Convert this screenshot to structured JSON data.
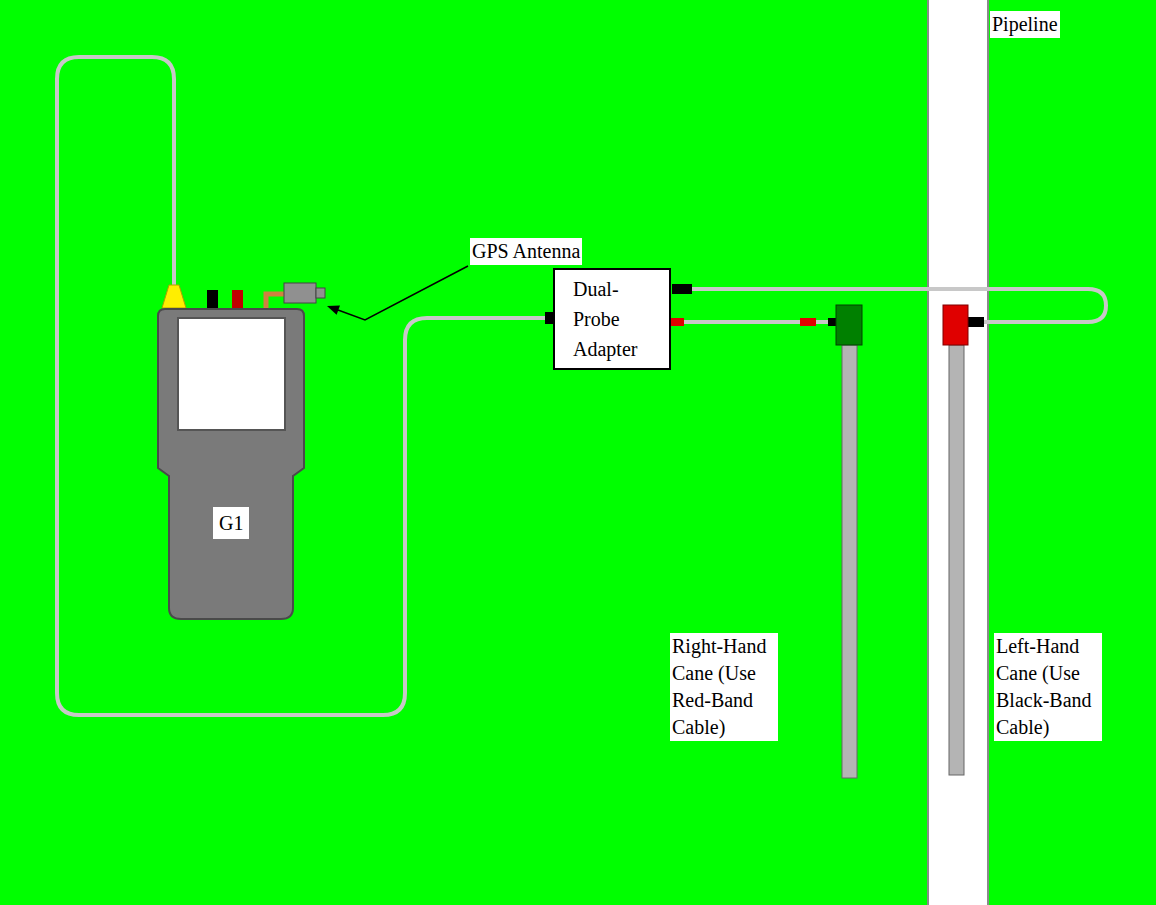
{
  "diagram": {
    "nodes": [
      {
        "text": [
          "G1"
        ]
      },
      {
        "text": [
          "Dual-Probe Adapter"
        ]
      }
    ],
    "edges": [
      {
        "from": 0,
        "to": 1,
        "arrow": "none"
      }
    ],
    "labels": [
      "GPS Antenna",
      "Pipeline",
      "Right-Hand Cane (Use Red-Band Cable)",
      "Left-Hand Cane (Use Black-Band Cable)"
    ]
  }
}
